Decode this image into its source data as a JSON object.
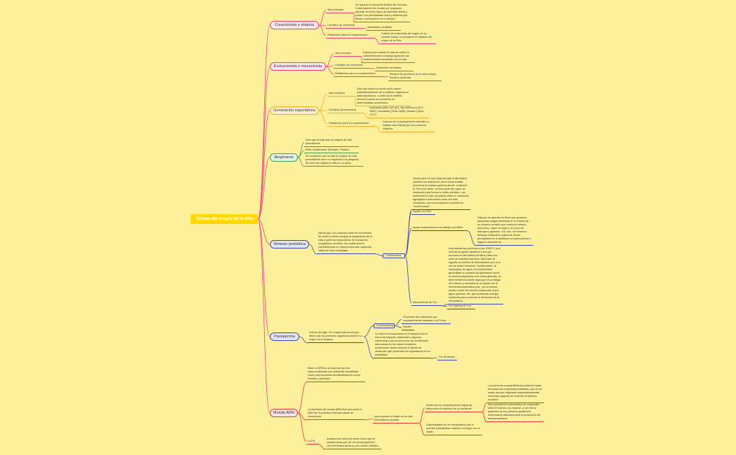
{
  "root": "Teorías del Origen de la Vida",
  "colors": {
    "creacionista": "#ec407a",
    "evolucionista": "#ec407a",
    "generacion": "#f9a825",
    "biogenesis": "#43a047",
    "sintesis": "#3949ab",
    "panspermia": "#3949ab",
    "arn": "#e53935",
    "root_line": "#ec407a"
  },
  "topics": {
    "creacionista": {
      "label": "Creacionista o vitalista",
      "idea_label": "Idea principal",
      "idea_text": "Se basa en la narración bíblica del Génesis. Cada especie fue creada por separado durante un breve lapso de actividad divina y posee una peculiaridad única y definida que tiende a permanecer en el tiempo.",
      "cientifico_label": "Científico de referencia",
      "cientifico_text": "Aristóteles y la Biblia",
      "obstaculo_label": "Obstáculos para su comprobación",
      "obstaculo_text": "Carece de evidencias del origen de su creador inicial, no esclarece el misterio del origen de la Vida"
    },
    "evolucionista": {
      "label": "Evolucionista o mecanicista",
      "idea_label": "Idea principal",
      "idea_text": "Explica que cuando la vida se vuelve lo suficientemente compleja aparecen las características asociadas con la vida.",
      "cientifico_label": "Científico de referencia",
      "cientifico_text": "Demócrito de Abdera",
      "obstaculo_label": "Obstáculos para su comprobación",
      "obstaculo_text": "Reduce los procesos de la vida a leyes físicas y químicas."
    },
    "generacion": {
      "label": "Generación espontánea",
      "idea_label": "Idea principal",
      "idea_text": "Dice que todos los seres vivos nacen espontáneamente de la materia orgánica en descomposición, a partir de la materia mineral cuando se encuentra en determinadas condiciones.",
      "cientifico_label": "Científico de referencia",
      "cientifico_text": "Aristóteles (384–322 aC), Van Helmont (1577–1644), Descartes (1596–1650), Newton (1642–1727)",
      "obstaculo_label": "Obstáculos para su comprobación",
      "obstaculo_text": "Carecía de un pensamiento científico y estaba más influida por una creencia religiosa"
    },
    "biogenesis": {
      "label": "Biogénesis",
      "l1": "Dice que la vida sólo se origina de vida preexistente",
      "l2": "Redi, Spallanzani, Schwann, Pasteur",
      "l3": "Se comprobó que la vida se origina de vida preexistente pero no respondió a la pregunta de cómo se originó la vida en un inicio."
    },
    "sintesis": {
      "label": "Síntesis prebiótica",
      "desc": "Afirma que una sucesión serie de fenómenos de cierto y efecto condujo al surgimiento de la vida a partir de compuestos de sustancias inorgánicas sencillas, las cuales fueron convirtiéndose en macromoléculas orgánicas cada vez más complejas.",
      "coacervados": "Coacervados",
      "oparin_text": "Explica que en sus orígenes que la atmósfera primitiva era reductora, por lo tanto estaba promovía la síntesis química donde, conforme la Tierra se enfrió, ocurría parte del vapor se condensó para formar el caldo primitivo. Las moléculas se irán asociando entre sí, formando agregados moleculares cada vez más complejos, con una estructura concreta los \"coacervados\".",
      "oparin": "Oparin en 1924",
      "miller_label": "Apoyo experimental a su trabajo por Miller",
      "miller_text": "Dispuso un aparato de fluxo que producía pequeñas cargas eléctricas en el interior de un sistema cerrado que contenía metano, amoníaco, vapor de agua y un poco de hidrógeno gaseoso. Con ello, se formaron diversas moléculas orgánicas dónde principalmente la destacan los aminoácidos y algunos azúcares re",
      "fox_text": "A temperaturas próximas a los 1000°C, una mezcla de gases similares a los que formaron la atmósfera primitiva (ultra una serie de transformaciones, tales que se lograba la síntesis de aminoácidos que a su vez se unían formando \"proteinoides\", al sumergirse en agua, los proteinoides generaban un proceso de liquidación sobre sí mismos adoptando una forma globular, es decir tomar una doble capa que los protegía del exterior y simulaba en el esbozo de la membrana plasmática que, con la misma, podían tomar del exterior sustancias como agua, glucosa, etc, que producían energía suficiente para continuar el desarrollo de la microesfera.",
      "microesferas": "Microesferas de Fox",
      "fox": "Por Sydney W. Fox"
    },
    "panspermia": {
      "label": "Panspermia",
      "desc": "A fines del siglo XIX surgió esta teoría que decía que los primeros organismos tienen su origen en el espacio",
      "cosmozoarios": "Cosmozoarios",
      "cosmo_text": "Provienen de meteoritos que constantemente impactan a la Tierra",
      "richter": "Richter",
      "espacio_text": "La vida es transportada en el espacio dea la forma de esporas, adheridas a algunos meteoritos y que al encontrar las condiciones adecuadas en los mares terrestres, evolucionan hasta alcanzar el grado de desarrollo que presentan los organismos en la actualidad.",
      "arrhenius": "Por Arrhenius"
    },
    "arn": {
      "label": "Mundo ARN",
      "base": "Base: el ARN es la única de las tres macromoléculas con suficiente versatilidad como para funcionar simultáneamente como fenotipo y genotipo.",
      "hipotesis": "La hipótesis del mundo ARN dice que quizá el ARN fue la primera molécula capaz de evolucionar.",
      "explicar": "para explicar el origen de la vida necesitamos aparear",
      "evidencia": "Evidencia de compartimiento capaz de diferenciar el individuo de su ambiente",
      "comp_text": "Los primeros compartimientos pudieron estar formados por sustancias anfifílicas, que en un medio acuoso originaran espontáneamente vesículas capaces de encerrar al sistema evolutivo",
      "intercambio_text": "Esto permitiría el intercambio de sustancias entre el interior y su exterior, y con ello la aparición de los primeros gradientes moleculares utilizados para la producción de energía química.",
      "metabolismo": "Disponibilidad de un metabolismo que le permita intercambiar materia y energía con el medio",
      "luca_label": "LUCA",
      "luca_text": "Ancestro de todos los seres vivos que se caracterizaba por ser un microorganismo con membrana lipídica y sin núcleo definido."
    }
  }
}
